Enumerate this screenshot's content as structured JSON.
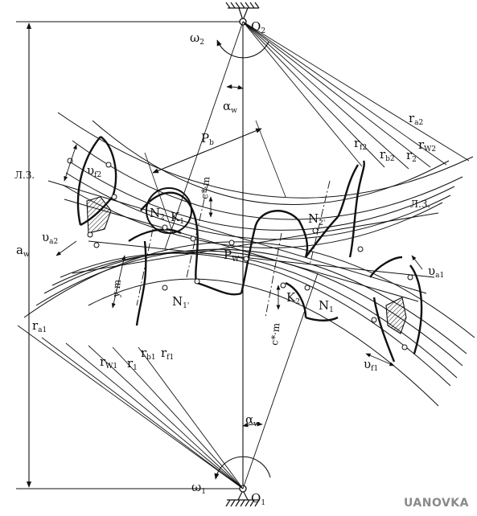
{
  "labels": {
    "o2": "O",
    "o2_sub": "2",
    "o1": "O",
    "o1_sub": "1",
    "omega2": "ω",
    "omega2_sub": "2",
    "omega1": "ω",
    "omega1_sub": "1",
    "alpha_w_top": "α",
    "alpha_w_top_sub": "w",
    "alpha_w_bottom": "α",
    "alpha_w_bottom_sub": "w",
    "aw": "a",
    "aw_sub": "w",
    "pb": "P",
    "pb_sub": "b",
    "pw": "P",
    "pw_sub": "W",
    "lz_left": "Л.З.",
    "lz_right": "Л.З.",
    "n2": "N",
    "n2_sub": "2",
    "k1": "K",
    "k1_sub": "1",
    "n2p": "N",
    "n2p_sub": "2'",
    "n1p": "N",
    "n1p_sub": "1'",
    "k2": "K",
    "k2_sub": "2",
    "n1": "N",
    "n1_sub": "1",
    "cm_top": "c*·m",
    "cm_bottom": "c*·m",
    "ym": "y·m",
    "vf2": "υ",
    "vf2_sub": "f2",
    "va2": "υ",
    "va2_sub": "a2",
    "va1": "υ",
    "va1_sub": "a1",
    "vf1": "υ",
    "vf1_sub": "f1",
    "ra2": "r",
    "ra2_sub": "a2",
    "rf2": "r",
    "rf2_sub": "f2",
    "rb2": "r",
    "rb2_sub": "b2",
    "r2": "r",
    "r2_sub": "2",
    "rw2": "r",
    "rw2_sub": "W2",
    "ra1": "r",
    "ra1_sub": "a1",
    "rw1": "r",
    "rw1_sub": "W1",
    "r1": "r",
    "r1_sub": "1",
    "rb1": "r",
    "rb1_sub": "b1",
    "rf1": "r",
    "rf1_sub": "f1"
  },
  "watermark": "UANOVKA"
}
